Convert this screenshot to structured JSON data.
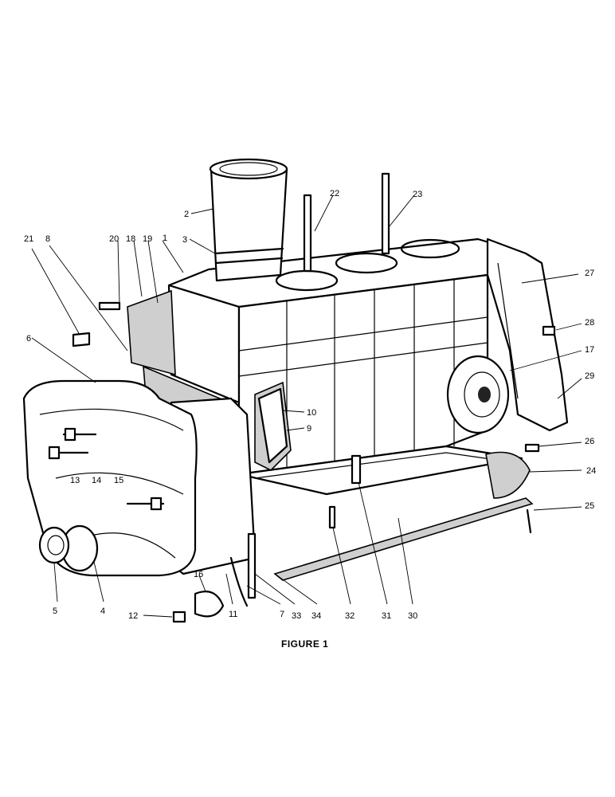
{
  "figure": {
    "caption": "FIGURE 1",
    "callouts": [
      {
        "id": "c1",
        "text": "1"
      },
      {
        "id": "c2",
        "text": "2"
      },
      {
        "id": "c3",
        "text": "3"
      },
      {
        "id": "c4",
        "text": "4"
      },
      {
        "id": "c5",
        "text": "5"
      },
      {
        "id": "c6",
        "text": "6"
      },
      {
        "id": "c7",
        "text": "7"
      },
      {
        "id": "c8",
        "text": "8"
      },
      {
        "id": "c9",
        "text": "9"
      },
      {
        "id": "c10",
        "text": "10"
      },
      {
        "id": "c11",
        "text": "11"
      },
      {
        "id": "c12",
        "text": "12"
      },
      {
        "id": "c13",
        "text": "13"
      },
      {
        "id": "c14",
        "text": "14"
      },
      {
        "id": "c15",
        "text": "15"
      },
      {
        "id": "c16",
        "text": "16"
      },
      {
        "id": "c17",
        "text": "17"
      },
      {
        "id": "c18",
        "text": "18"
      },
      {
        "id": "c19",
        "text": "19"
      },
      {
        "id": "c20",
        "text": "20"
      },
      {
        "id": "c21",
        "text": "21"
      },
      {
        "id": "c22",
        "text": "22"
      },
      {
        "id": "c23",
        "text": "23"
      },
      {
        "id": "c24",
        "text": "24"
      },
      {
        "id": "c25",
        "text": "25"
      },
      {
        "id": "c26",
        "text": "26"
      },
      {
        "id": "c27",
        "text": "27"
      },
      {
        "id": "c28",
        "text": "28"
      },
      {
        "id": "c29",
        "text": "29"
      },
      {
        "id": "c30",
        "text": "30"
      },
      {
        "id": "c31",
        "text": "31"
      },
      {
        "id": "c32",
        "text": "32"
      },
      {
        "id": "c33",
        "text": "33"
      },
      {
        "id": "c34",
        "text": "34"
      }
    ]
  }
}
